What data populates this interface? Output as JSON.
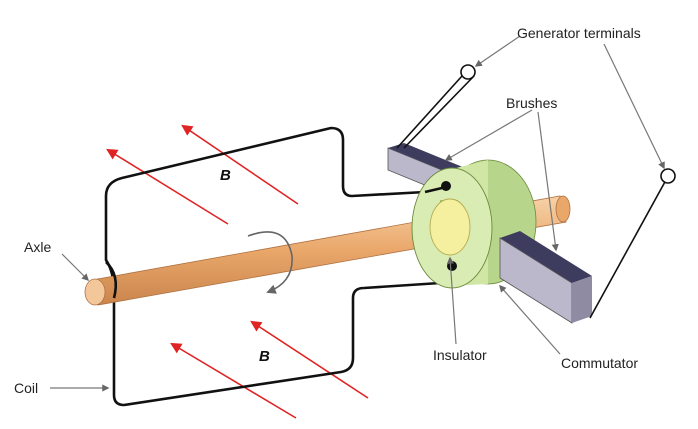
{
  "labels": {
    "generator_terminals": "Generator terminals",
    "brushes": "Brushes",
    "axle": "Axle",
    "coil": "Coil",
    "insulator": "Insulator",
    "commutator": "Commutator",
    "field_top": "B",
    "field_bottom": "B"
  },
  "colors": {
    "field_arrow": "#e02424",
    "axle": "#e8a46a",
    "commutator": "#cfe6a4",
    "insulator": "#f4f0a0",
    "brush_top": "#3d3b5e",
    "brush_side": "#bcb8cc",
    "wire": "#111111",
    "leader": "#777777"
  }
}
